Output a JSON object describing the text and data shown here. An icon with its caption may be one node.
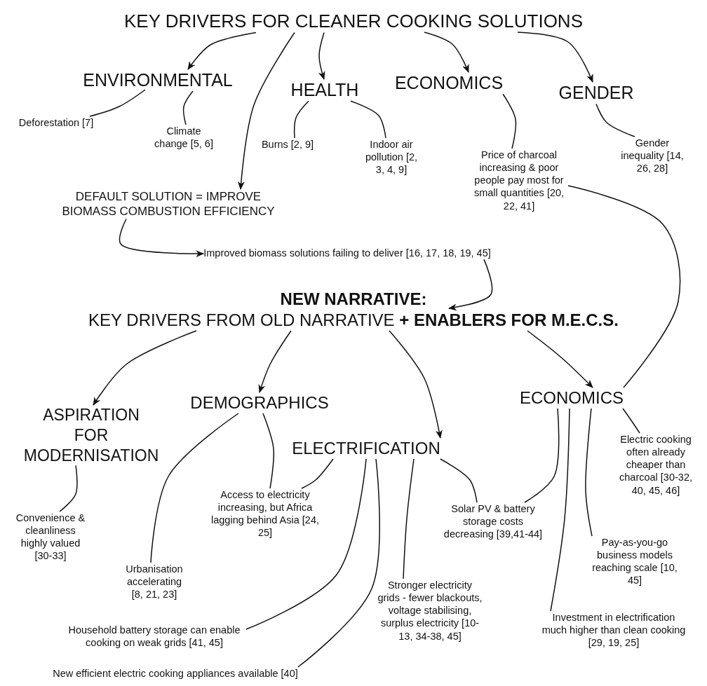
{
  "diagram": {
    "nodes": [
      {
        "text": [
          "KEY DRIVERS FOR CLEANER COOKING SOLUTIONS"
        ]
      },
      {
        "text": [
          "ENVIRONMENTAL"
        ]
      },
      {
        "text": [
          "HEALTH"
        ]
      },
      {
        "text": [
          "ECONOMICS"
        ]
      },
      {
        "text": [
          "GENDER"
        ]
      },
      {
        "text": [
          "Deforestation [7]"
        ]
      },
      {
        "text": [
          "Climate change [5, 6]"
        ]
      },
      {
        "text": [
          "Burns [2, 9]"
        ]
      },
      {
        "text": [
          "Indoor air pollution [2, 3, 4, 9]"
        ]
      },
      {
        "text": [
          "Price of charcoal increasing & poor people pay most for small quantities [20, 22, 41]"
        ]
      },
      {
        "text": [
          "Gender inequality [14, 26, 28]"
        ]
      },
      {
        "text": [
          "DEFAULT SOLUTION = IMPROVE BIOMASS COMBUSTION EFFICIENCY"
        ]
      },
      {
        "text": [
          "Improved biomass solutions failing to deliver [16, 17, 18, 19, 45]"
        ]
      },
      {
        "text": [
          "NEW NARRATIVE:",
          "KEY DRIVERS FROM OLD NARRATIVE **+ ENABLERS FOR M.E.C.S.**"
        ]
      },
      {
        "text": [
          "ASPIRATION FOR MODERNISATION"
        ]
      },
      {
        "text": [
          "DEMOGRAPHICS"
        ]
      },
      {
        "text": [
          "ELECTRIFICATION"
        ]
      },
      {
        "text": [
          "ECONOMICS"
        ]
      },
      {
        "text": [
          "Convenience & cleanliness highly valued [30-33]"
        ]
      },
      {
        "text": [
          "Urbanisation accelerating [8, 21, 23]"
        ]
      },
      {
        "text": [
          "Access to electricity increasing, but Africa lagging behind Asia [24, 25]"
        ]
      },
      {
        "text": [
          "Household battery storage can enable cooking on weak grids [41, 45]"
        ]
      },
      {
        "text": [
          "New efficient electric cooking appliances available [40]"
        ]
      },
      {
        "text": [
          "Stronger electricity grids - fewer blackouts, voltage stabilising, surplus electricity [10-13, 34-38, 45]"
        ]
      },
      {
        "text": [
          "Solar PV & battery storage costs decreasing [39,41-44]"
        ]
      },
      {
        "text": [
          "Electric cooking often already cheaper than charcoal [30-32, 40, 45, 46]"
        ]
      },
      {
        "text": [
          "Pay-as-you-go business models reaching scale [10, 45]"
        ]
      },
      {
        "text": [
          "Investment in electrification much higher than clean cooking [29, 19, 25]"
        ]
      }
    ],
    "edges": [
      {
        "from": 0,
        "to": 1,
        "arrow": "to"
      },
      {
        "from": 0,
        "to": 11,
        "arrow": "to"
      },
      {
        "from": 0,
        "to": 2,
        "arrow": "to"
      },
      {
        "from": 0,
        "to": 3,
        "arrow": "to"
      },
      {
        "from": 0,
        "to": 4,
        "arrow": "to"
      },
      {
        "from": 1,
        "to": 5,
        "arrow": "none"
      },
      {
        "from": 1,
        "to": 6,
        "arrow": "none"
      },
      {
        "from": 2,
        "to": 7,
        "arrow": "none"
      },
      {
        "from": 2,
        "to": 8,
        "arrow": "none"
      },
      {
        "from": 3,
        "to": 9,
        "arrow": "none"
      },
      {
        "from": 4,
        "to": 10,
        "arrow": "none"
      },
      {
        "from": 11,
        "to": 12,
        "arrow": "to"
      },
      {
        "from": 12,
        "to": 13,
        "arrow": "to"
      },
      {
        "from": 13,
        "to": 14,
        "arrow": "to"
      },
      {
        "from": 13,
        "to": 15,
        "arrow": "to"
      },
      {
        "from": 13,
        "to": 16,
        "arrow": "to"
      },
      {
        "from": 13,
        "to": 17,
        "arrow": "to"
      },
      {
        "from": 9,
        "to": 17,
        "arrow": "none"
      },
      {
        "from": 14,
        "to": 18,
        "arrow": "none"
      },
      {
        "from": 15,
        "to": 19,
        "arrow": "none"
      },
      {
        "from": 15,
        "to": 20,
        "arrow": "none"
      },
      {
        "from": 16,
        "to": 20,
        "arrow": "none"
      },
      {
        "from": 16,
        "to": 21,
        "arrow": "none"
      },
      {
        "from": 16,
        "to": 22,
        "arrow": "none"
      },
      {
        "from": 16,
        "to": 23,
        "arrow": "none"
      },
      {
        "from": 16,
        "to": 24,
        "arrow": "none"
      },
      {
        "from": 17,
        "to": 24,
        "arrow": "none"
      },
      {
        "from": 17,
        "to": 27,
        "arrow": "none"
      },
      {
        "from": 17,
        "to": 26,
        "arrow": "none"
      },
      {
        "from": 17,
        "to": 25,
        "arrow": "none"
      }
    ]
  }
}
